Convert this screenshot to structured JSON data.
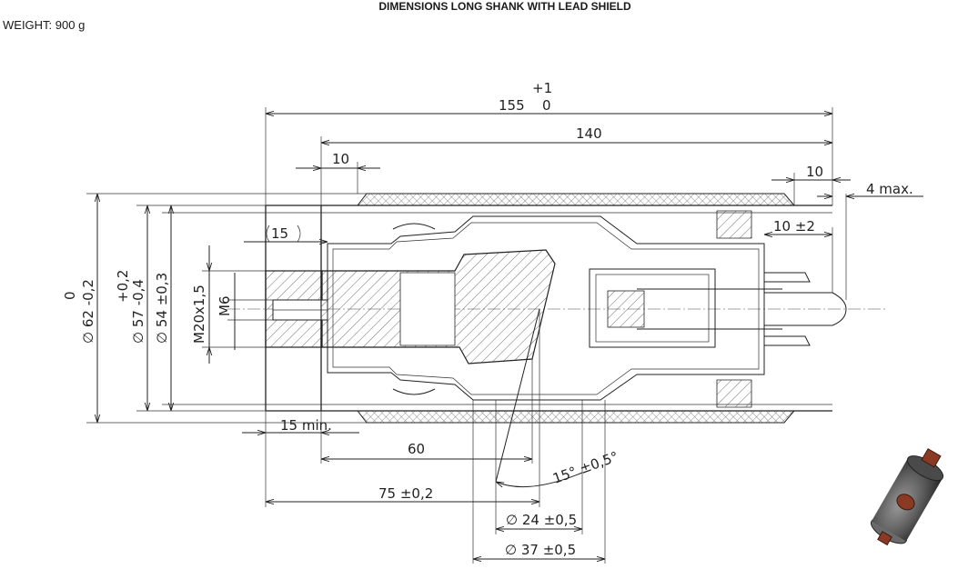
{
  "header": {
    "title": "DIMENSIONS LONG SHANK WITH LEAD SHIELD",
    "weight": "WEIGHT: 900 g"
  },
  "dimensions": {
    "overall_length": "155",
    "overall_tol_upper": "+1",
    "overall_tol_lower": "0",
    "length_140": "140",
    "shoulder_10": "10",
    "right_10": "10",
    "max_4": "4 max.",
    "pin_10": "10 ±2",
    "ref_15": "15",
    "diam_62": "∅ 62 -0,2",
    "diam_62_tol": "0",
    "diam_57": "∅ 57 -0,4",
    "diam_57_tol": "+0,2",
    "diam_54": "∅ 54 ±0,3",
    "thread": "M20x1,5",
    "m6": "M6",
    "min_15": "15 min.",
    "length_60": "60",
    "length_75": "75 ±0,2",
    "angle": "15° ±0,5°",
    "diam_24": "∅ 24 ±0,5",
    "diam_37": "∅ 37 ±0,5"
  },
  "colors": {
    "line": "#222222",
    "product_body": "#5a5a5a",
    "product_cap": "#8a3a22"
  },
  "icons": {
    "product_thumbnail": "product-3d-render-icon"
  }
}
